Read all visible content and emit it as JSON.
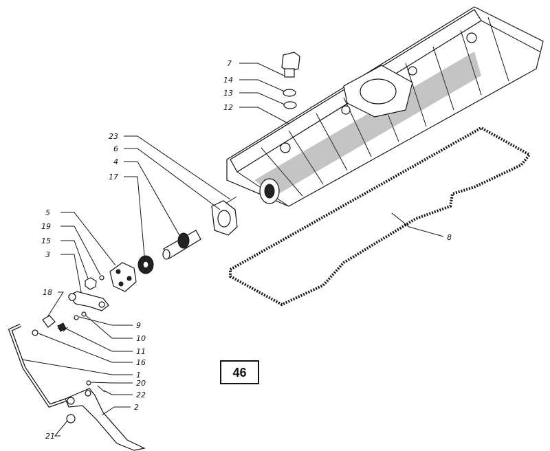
{
  "figure": {
    "number": "46"
  },
  "callouts": [
    {
      "id": "c7",
      "text": "7"
    },
    {
      "id": "c14",
      "text": "14"
    },
    {
      "id": "c13",
      "text": "13"
    },
    {
      "id": "c12",
      "text": "12"
    },
    {
      "id": "c23",
      "text": "23"
    },
    {
      "id": "c6",
      "text": "6"
    },
    {
      "id": "c4",
      "text": "4"
    },
    {
      "id": "c17",
      "text": "17"
    },
    {
      "id": "c5",
      "text": "5"
    },
    {
      "id": "c19",
      "text": "19"
    },
    {
      "id": "c15",
      "text": "15"
    },
    {
      "id": "c3",
      "text": "3"
    },
    {
      "id": "c18",
      "text": "18"
    },
    {
      "id": "c9",
      "text": "9"
    },
    {
      "id": "c10",
      "text": "10"
    },
    {
      "id": "c11",
      "text": "11"
    },
    {
      "id": "c16",
      "text": "16"
    },
    {
      "id": "c1",
      "text": "1"
    },
    {
      "id": "c20",
      "text": "20"
    },
    {
      "id": "c22",
      "text": "22"
    },
    {
      "id": "c2",
      "text": "2"
    },
    {
      "id": "c21",
      "text": "21"
    },
    {
      "id": "c8",
      "text": "8"
    }
  ]
}
